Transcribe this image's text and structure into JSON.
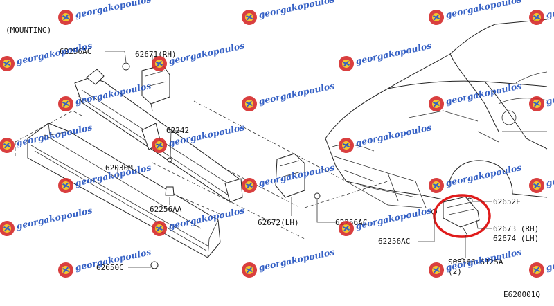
{
  "section_label": "(MOUNTING)",
  "diagram_code": "E620001Q",
  "watermark_text": "georgakopoulos",
  "colors": {
    "highlight": "#e01b1b",
    "watermark_blue": "#1f4fbf",
    "watermark_red": "#d52b2b",
    "watermark_yellow": "#f2c21b",
    "line": "#222222"
  },
  "callouts": [
    {
      "id": "62256AC_top",
      "text": "62256AC"
    },
    {
      "id": "62671_rh",
      "text": "62671(RH)"
    },
    {
      "id": "62242",
      "text": "62242"
    },
    {
      "id": "62030M",
      "text": "62030M"
    },
    {
      "id": "62256AA",
      "text": "62256AA"
    },
    {
      "id": "62650C",
      "text": "62650C"
    },
    {
      "id": "62672_lh",
      "text": "62672(LH)"
    },
    {
      "id": "62256AC_mid",
      "text": "62256AC"
    },
    {
      "id": "62652E",
      "text": "62652E"
    },
    {
      "id": "62673_rh",
      "text": "62673 (RH)"
    },
    {
      "id": "62674_lh",
      "text": "62674 (LH)"
    },
    {
      "id": "62256AC_car",
      "text": "62256AC"
    },
    {
      "id": "08566",
      "text": "S08566-6125A"
    },
    {
      "id": "qty2",
      "text": "(2)"
    }
  ]
}
